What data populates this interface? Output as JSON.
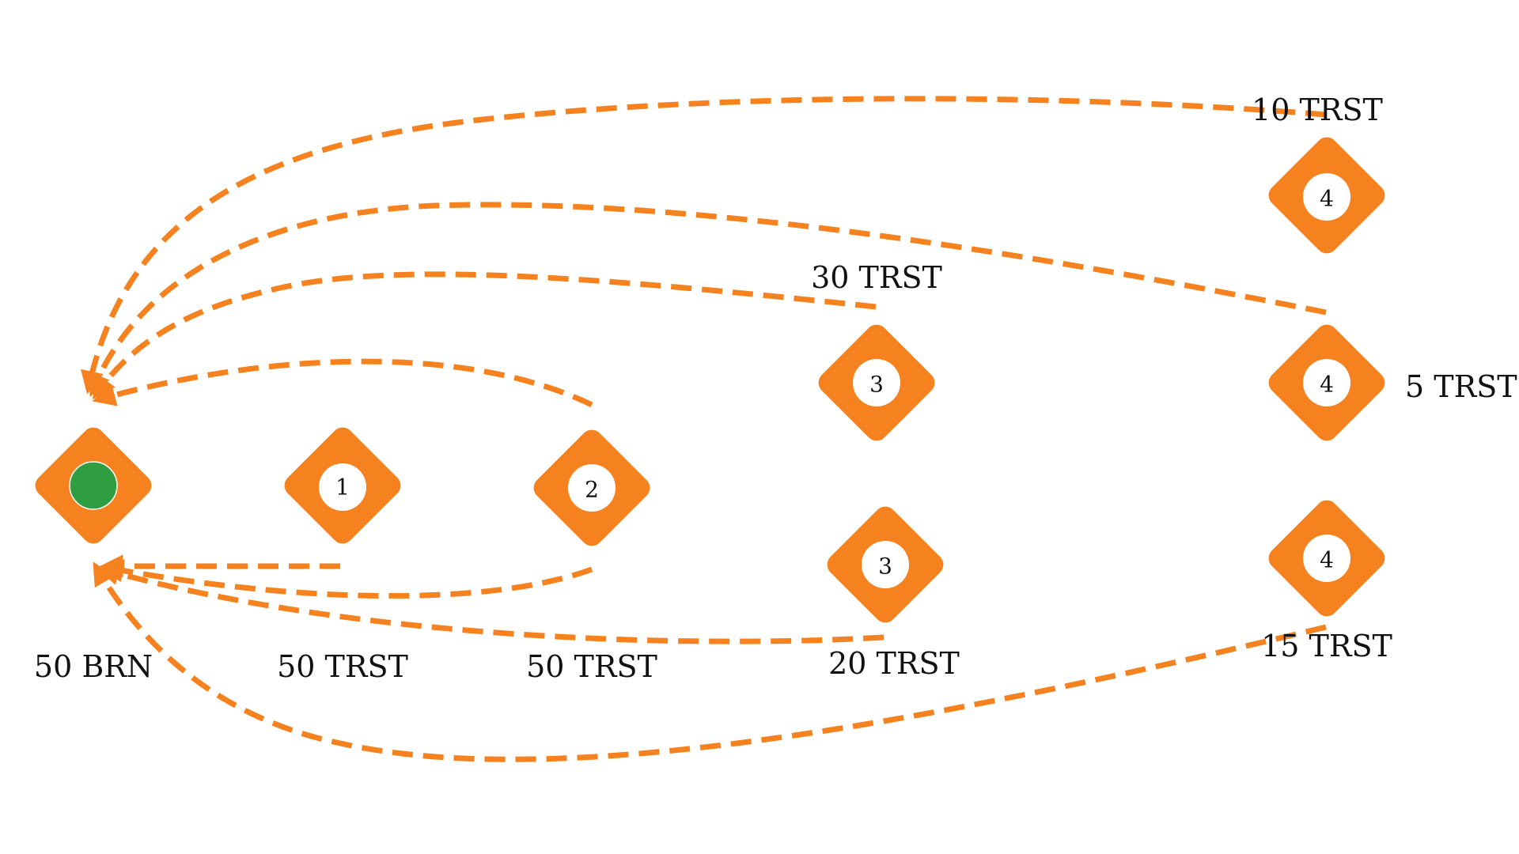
{
  "colors": {
    "node": "#f5821f",
    "arrow": "#f5821f",
    "root_marker": "#2e9e41",
    "inner_circle": "#ffffff",
    "text": "#111111"
  },
  "nodes": [
    {
      "id": "root",
      "level": "",
      "marker": "green-circle"
    },
    {
      "id": "n1",
      "level": "1"
    },
    {
      "id": "n2",
      "level": "2"
    },
    {
      "id": "n3a",
      "level": "3"
    },
    {
      "id": "n3b",
      "level": "3"
    },
    {
      "id": "n4a",
      "level": "4"
    },
    {
      "id": "n4b",
      "level": "4"
    },
    {
      "id": "n4c",
      "level": "4"
    }
  ],
  "labels": {
    "root": "50 BRN",
    "n1": "50 TRST",
    "n2": "50 TRST",
    "n3a": "30 TRST",
    "n3b": "20 TRST",
    "n4a": "10 TRST",
    "n4b": "5 TRST",
    "n4c": "15 TRST"
  },
  "edges": [
    {
      "from": "n1",
      "to": "root"
    },
    {
      "from": "n2",
      "to": "root"
    },
    {
      "from": "n2",
      "to": "root"
    },
    {
      "from": "n3a",
      "to": "root"
    },
    {
      "from": "n3b",
      "to": "root"
    },
    {
      "from": "n4a",
      "to": "root"
    },
    {
      "from": "n4b",
      "to": "root"
    },
    {
      "from": "n4c",
      "to": "root"
    }
  ]
}
